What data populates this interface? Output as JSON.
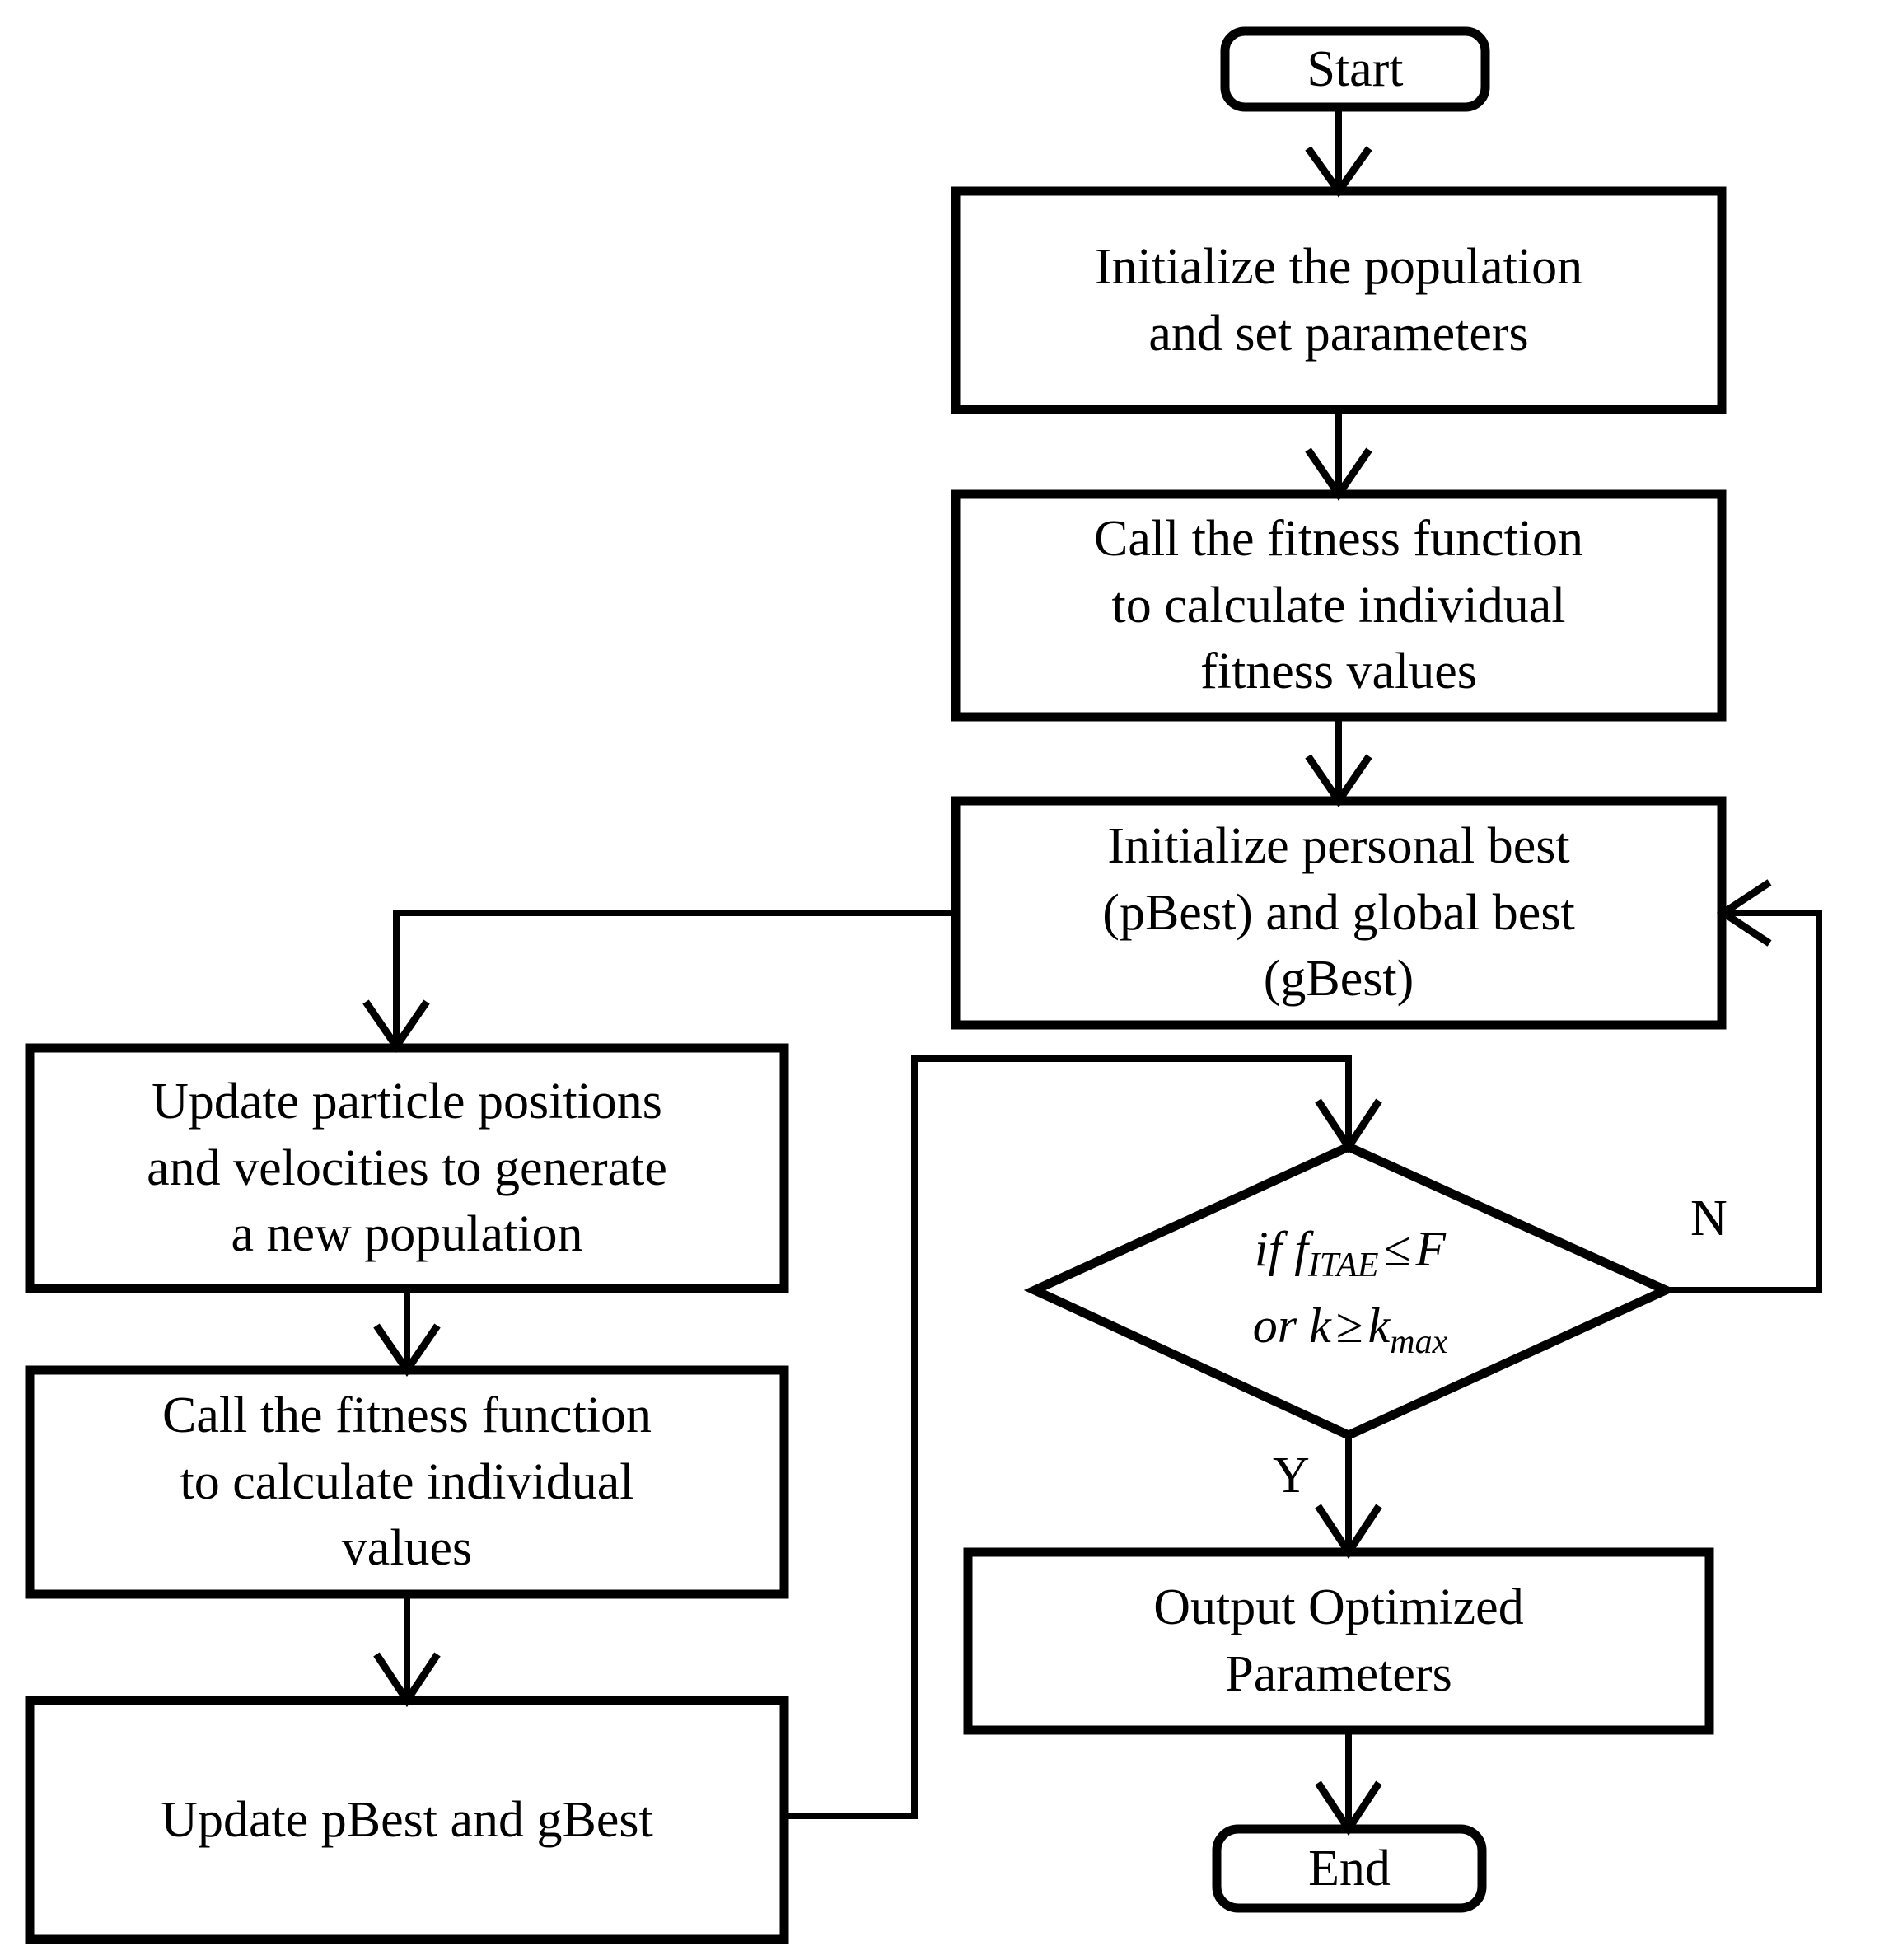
{
  "diagram": {
    "title": "PSO optimization flowchart",
    "colors": {
      "stroke": "#000000",
      "fill": "#ffffff",
      "text": "#000000"
    }
  },
  "nodes": {
    "start": {
      "label": "Start",
      "shape": "terminator"
    },
    "init_population": {
      "line1": "Initialize the population",
      "line2": "and set parameters",
      "shape": "process"
    },
    "call_fitness_1": {
      "line1": "Call the fitness function",
      "line2": "to calculate individual",
      "line3": "fitness values",
      "shape": "process"
    },
    "init_best": {
      "line1": "Initialize personal best",
      "line2": "(pBest) and global best",
      "line3": "(gBest)",
      "shape": "process"
    },
    "update_particles": {
      "line1": "Update particle positions",
      "line2": "and velocities to generate",
      "line3": "a new population",
      "shape": "process"
    },
    "call_fitness_2": {
      "line1": "Call the fitness function",
      "line2": "to calculate individual",
      "line3": "values",
      "shape": "process"
    },
    "update_best": {
      "line1": "Update pBest and gBest",
      "shape": "process"
    },
    "decision": {
      "shape": "decision",
      "line1_prefix": "if f",
      "line1_sub": "ITAE",
      "line1_op": "≤",
      "line1_suffix": "F",
      "line2_prefix": "or k",
      "line2_op": "≥",
      "line2_suffix": "k",
      "line2_sub": "max",
      "plain_text": "if f_ITAE ≤ F or k ≥ k_max"
    },
    "output_params": {
      "line1": "Output Optimized",
      "line2": "Parameters",
      "shape": "process"
    },
    "end": {
      "label": "End",
      "shape": "terminator"
    }
  },
  "branch_labels": {
    "no": "N",
    "yes": "Y"
  },
  "edges": [
    {
      "from": "start",
      "to": "init_population",
      "label": ""
    },
    {
      "from": "init_population",
      "to": "call_fitness_1",
      "label": ""
    },
    {
      "from": "call_fitness_1",
      "to": "init_best",
      "label": ""
    },
    {
      "from": "init_best",
      "to": "update_particles",
      "label": ""
    },
    {
      "from": "update_particles",
      "to": "call_fitness_2",
      "label": ""
    },
    {
      "from": "call_fitness_2",
      "to": "update_best",
      "label": ""
    },
    {
      "from": "update_best",
      "to": "decision",
      "label": ""
    },
    {
      "from": "decision",
      "to": "output_params",
      "label": "Y"
    },
    {
      "from": "decision",
      "to": "init_best",
      "label": "N"
    },
    {
      "from": "output_params",
      "to": "end",
      "label": ""
    }
  ]
}
